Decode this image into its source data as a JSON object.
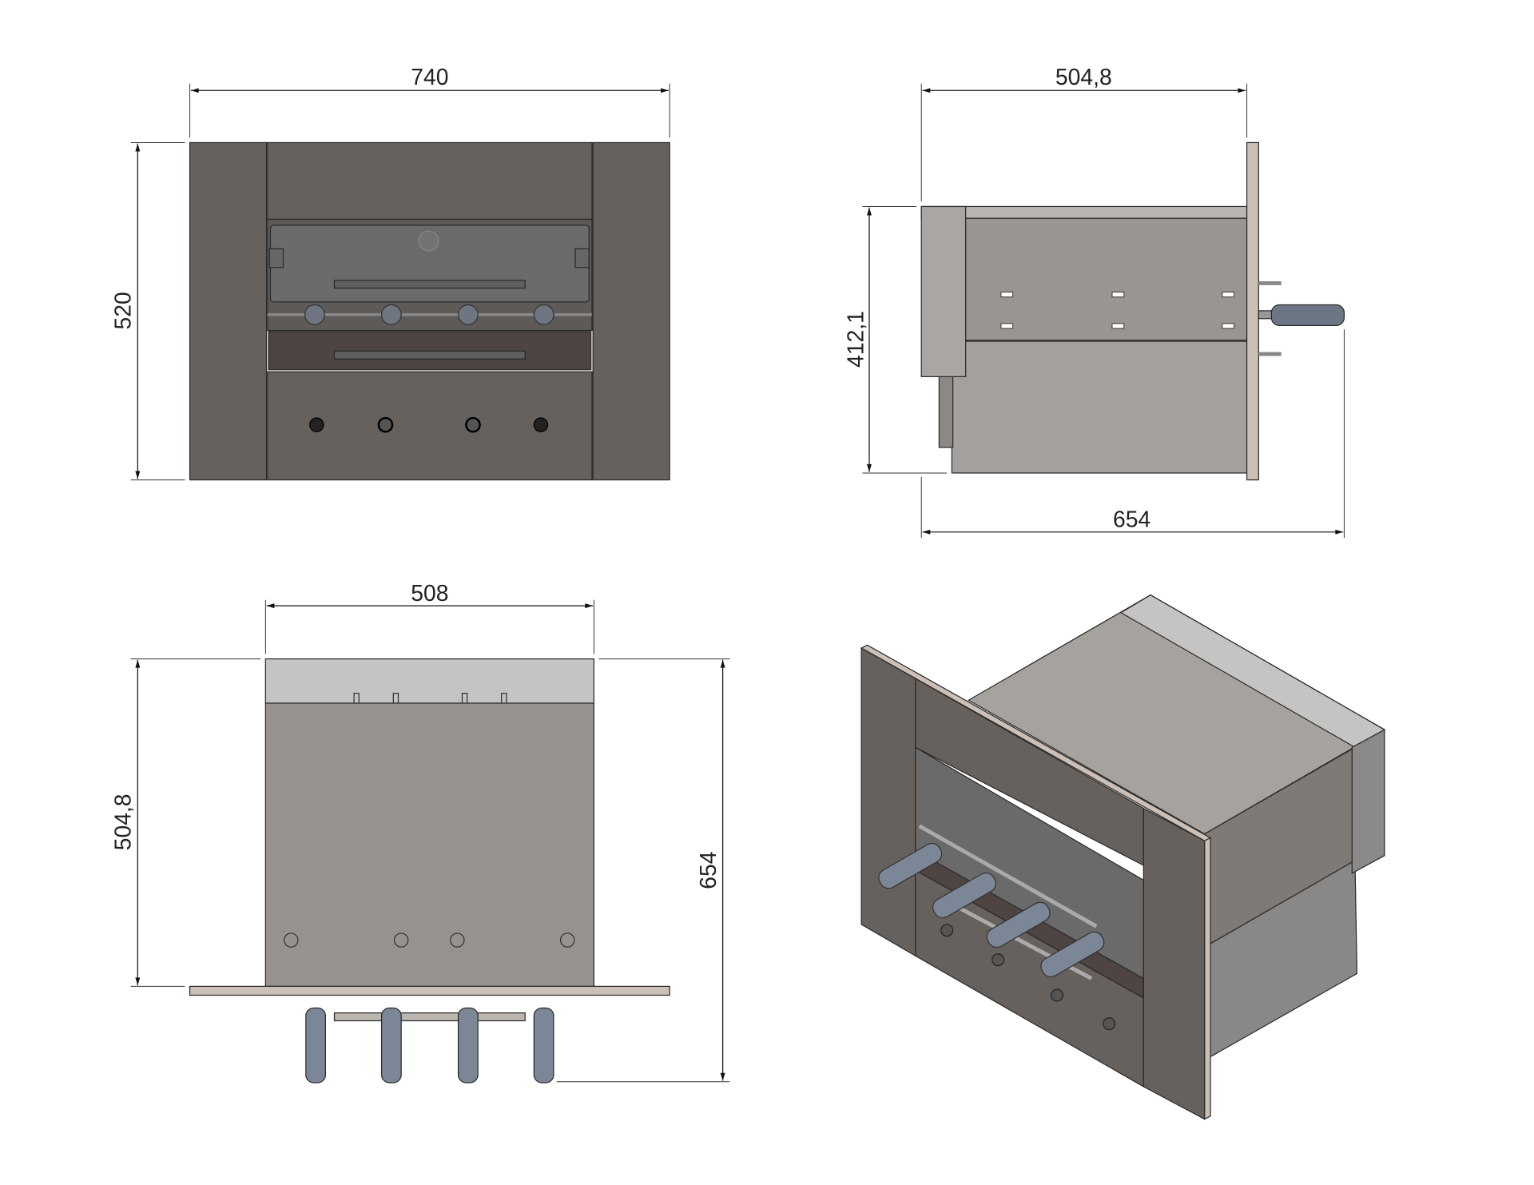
{
  "drawing": {
    "views": {
      "front": {
        "width_label": "740",
        "height_label": "520"
      },
      "side": {
        "depth_label": "504,8",
        "height_label": "412,1",
        "overall_depth_label": "654"
      },
      "top": {
        "width_label": "508",
        "depth_label": "504,8",
        "overall_depth_label": "654"
      },
      "isometric": {}
    },
    "colors": {
      "frame": "#67615d",
      "glass": "#6b6b6b",
      "drawer": "#4e4442",
      "body": "#9a9591",
      "body_light": "#c6c4c2",
      "flange": "#cbbfb6",
      "handle": "#7b8696"
    }
  }
}
